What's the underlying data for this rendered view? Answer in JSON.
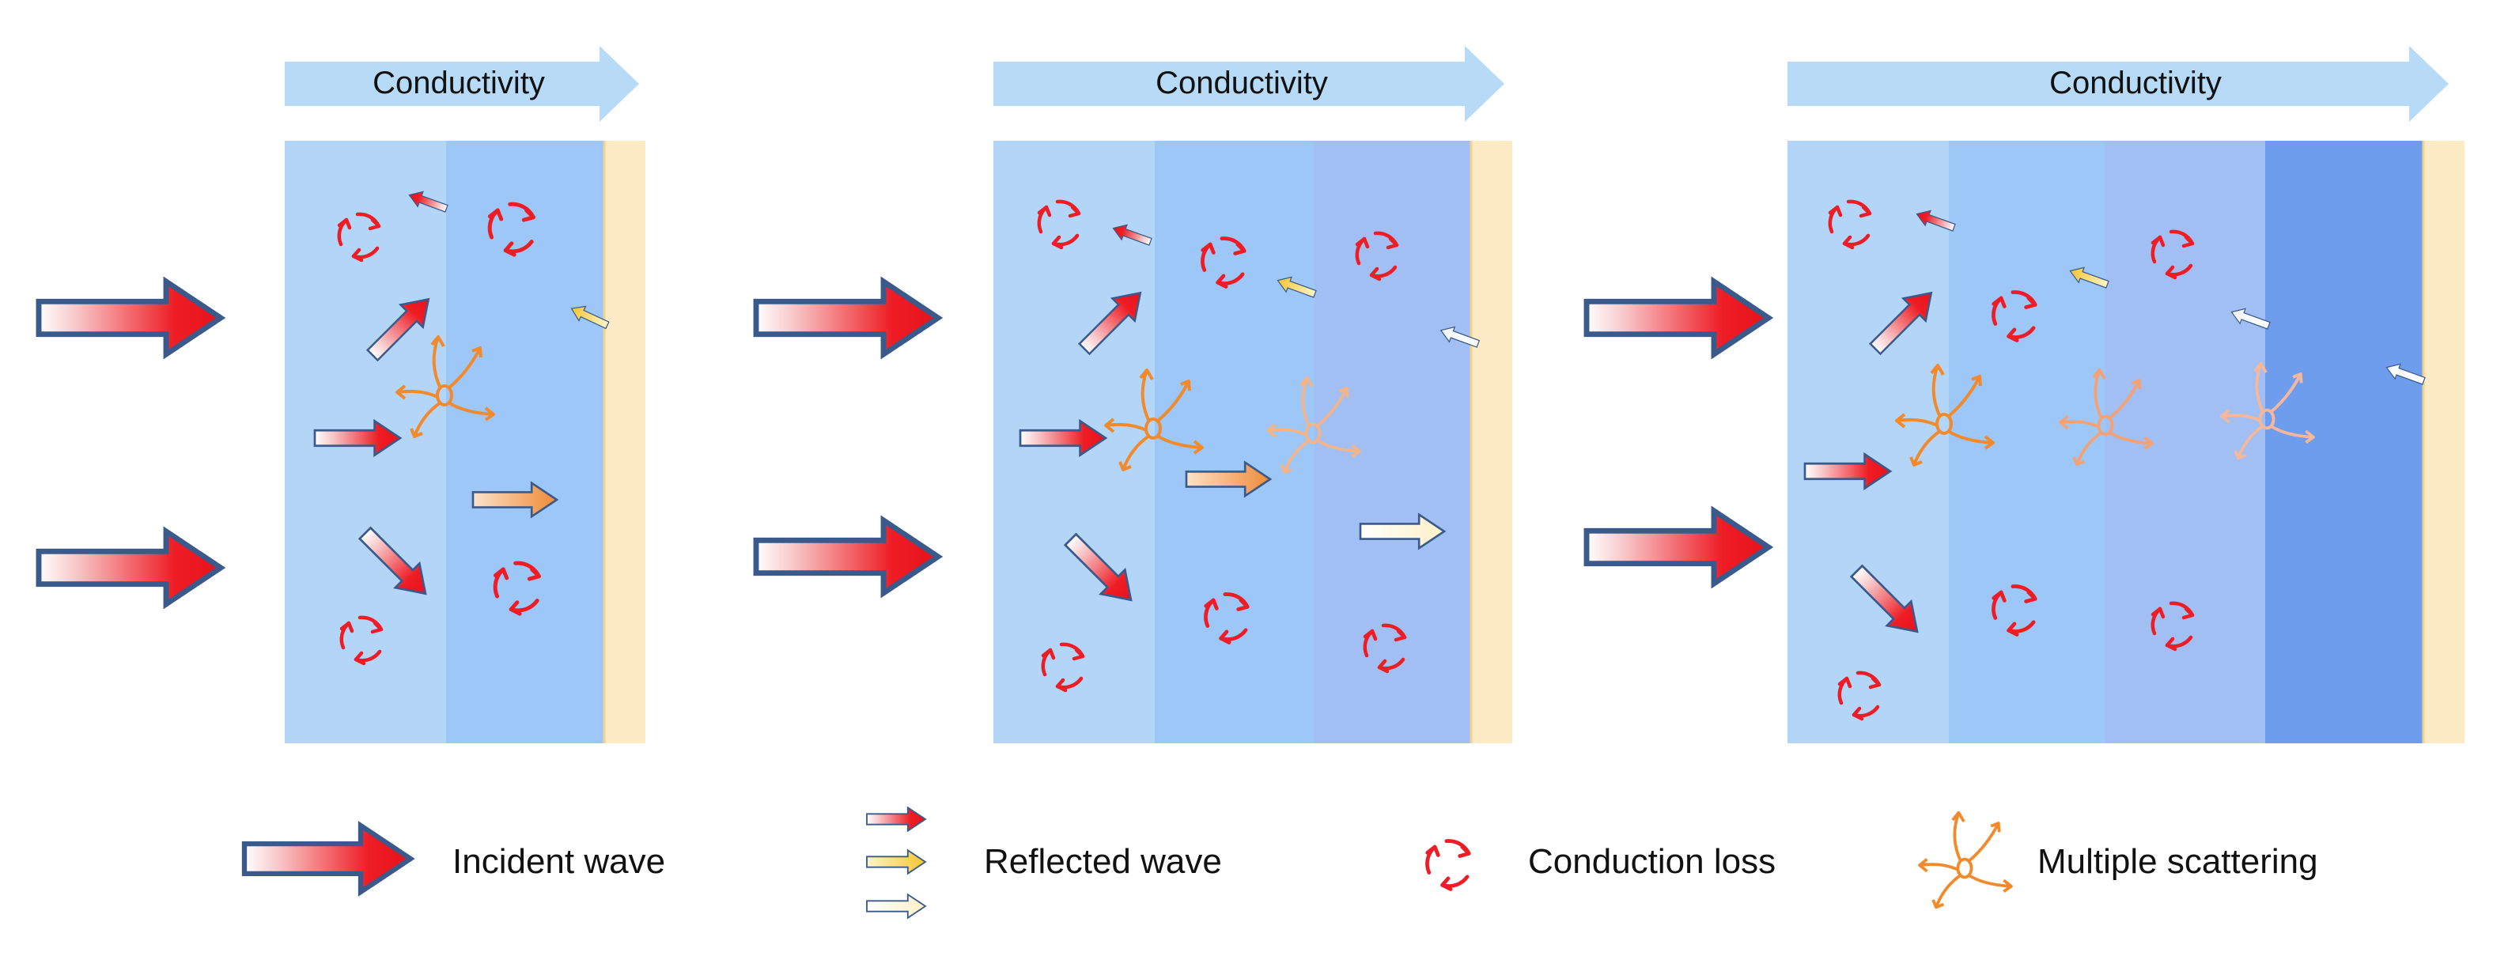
{
  "panels": [
    {
      "header": "Conductivity",
      "layer_count": 2
    },
    {
      "header": "Conductivity",
      "layer_count": 3
    },
    {
      "header": "Conductivity",
      "layer_count": 4
    }
  ],
  "legend": {
    "incident": "Incident wave",
    "reflected": "Reflected wave",
    "conduction": "Conduction loss",
    "scattering": "Multiple scattering"
  },
  "colors": {
    "header_arrow": "#b7dbf6",
    "layer_1": "#b3d5f7",
    "layer_2": "#9cc7f6",
    "layer_3": "#a2bff3",
    "layer_4": "#6e9ded",
    "backplate": "#fdebc6",
    "wave_red": "#ee1c24",
    "scatter_orange": "#f28a2c",
    "arrow_border": "#3a5a8c"
  },
  "icons": [
    "incident-arrow-icon",
    "reflected-arrow-icon",
    "conduction-loss-icon",
    "multiple-scattering-icon"
  ]
}
